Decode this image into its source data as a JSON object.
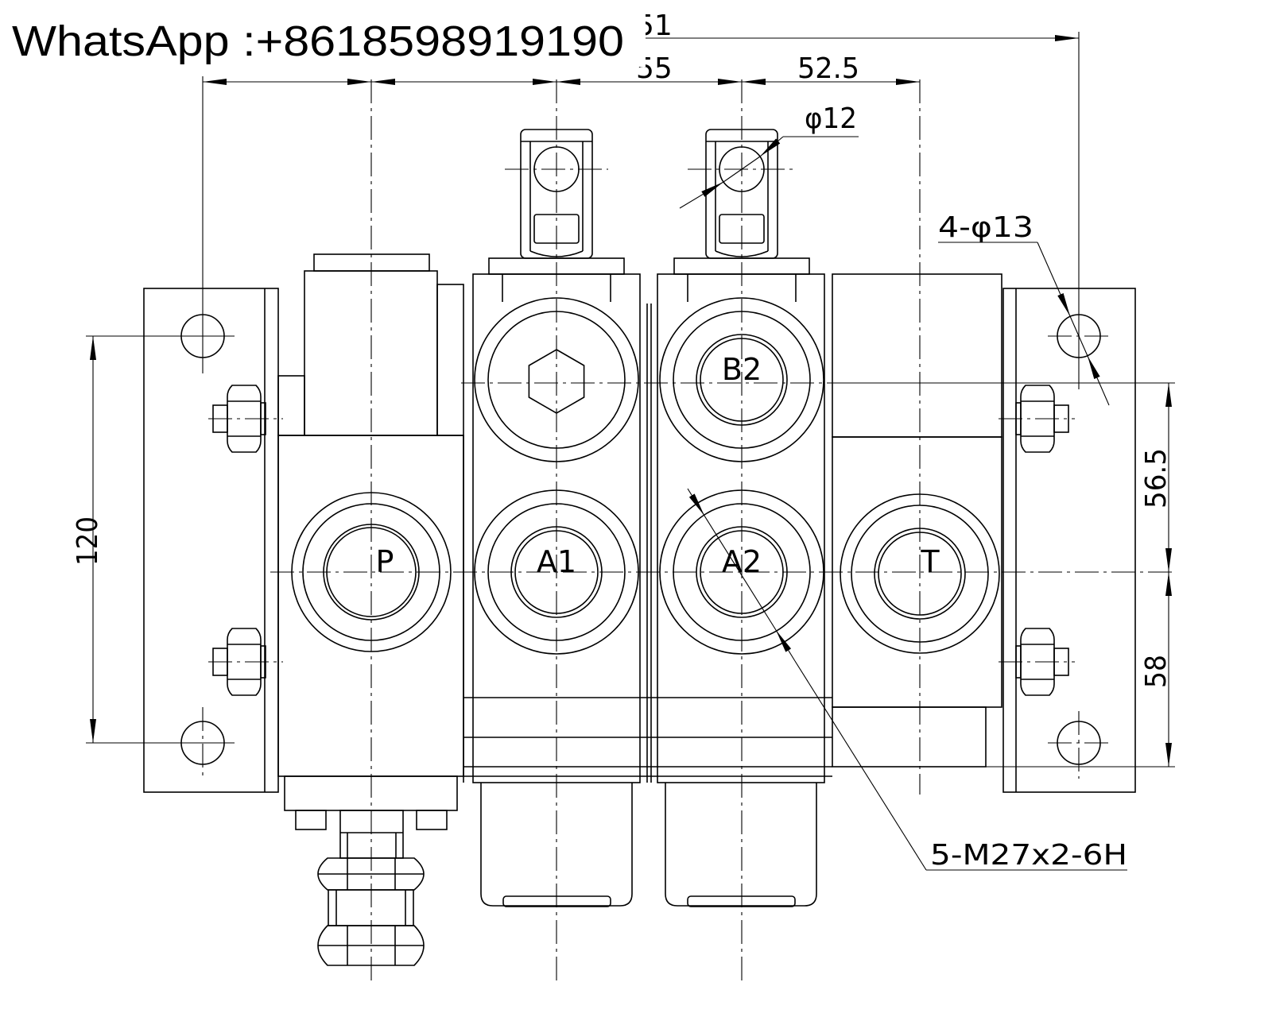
{
  "watermark": {
    "contact": "WhatsApp :+8618598919190"
  },
  "dimensions": {
    "top_overall": "51",
    "top_chain": "55",
    "top_right": "52.5",
    "lever_pin": "φ12",
    "mount_holes": "4-φ13",
    "hole_spacing": "120",
    "upper_offset": "56.5",
    "lower_offset": "58",
    "port_thread": "5-M27x2-6H"
  },
  "ports": {
    "pressure": "P",
    "work_a1": "A1",
    "work_a2": "A2",
    "work_b2": "B2",
    "tank": "T"
  },
  "colors": {
    "line": "#000000",
    "background": "#ffffff"
  }
}
